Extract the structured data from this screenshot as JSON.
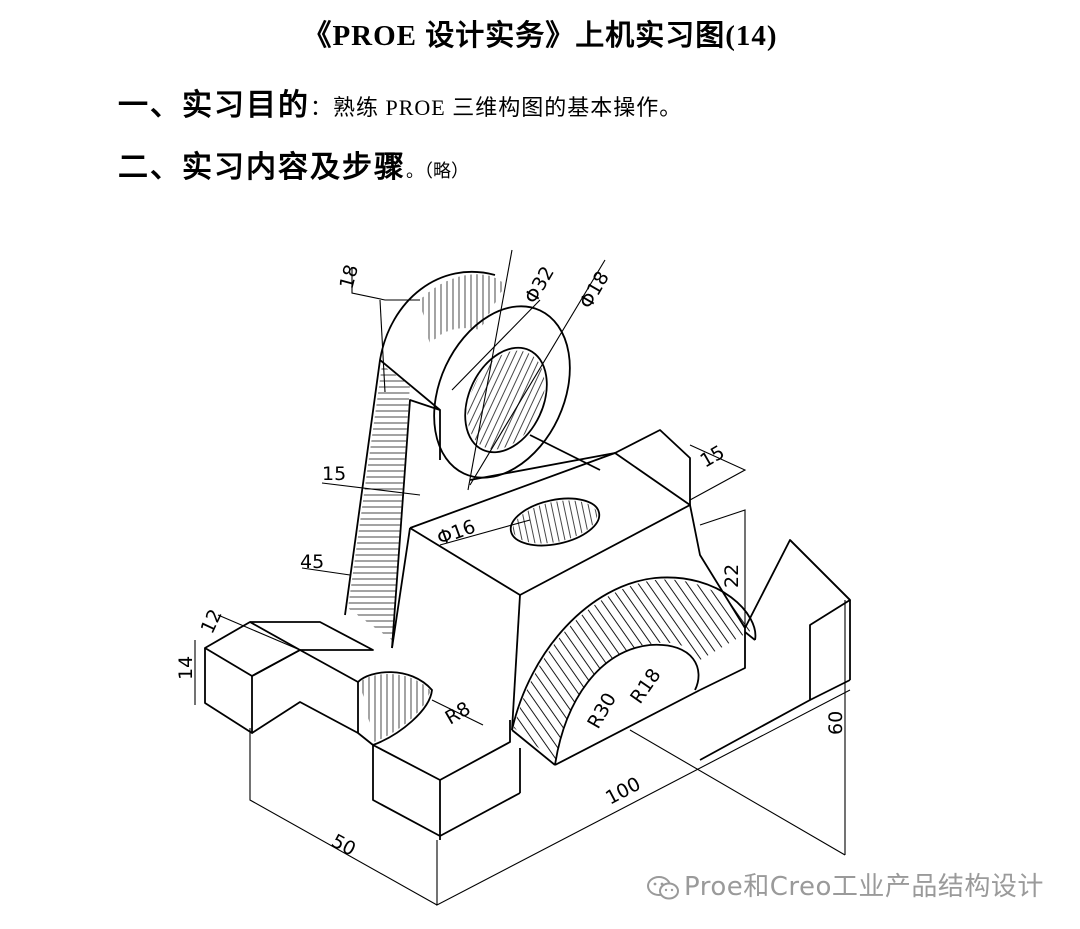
{
  "title": "《PROE 设计实务》上机实习图(14)",
  "section1": {
    "heading": "一、实习目的",
    "text": "：熟练  PROE 三维构图的基本操作。"
  },
  "section2": {
    "heading": "二、实习内容及步骤",
    "text": "。（略）"
  },
  "dimensions": {
    "d18": "18",
    "dphi32": "Φ32",
    "dphi18": "Φ18",
    "d15_left": "15",
    "d15_top": "15",
    "dphi16": "Φ16",
    "d45": "45",
    "d22": "22",
    "d12": "12",
    "d14": "14",
    "dR8": "R8",
    "dR18": "R18",
    "dR30": "R30",
    "d60": "60",
    "d100": "100",
    "d50": "50"
  },
  "watermark": {
    "text": "Proe和Creo工业产品结构设计",
    "icon": "wechat-icon"
  }
}
